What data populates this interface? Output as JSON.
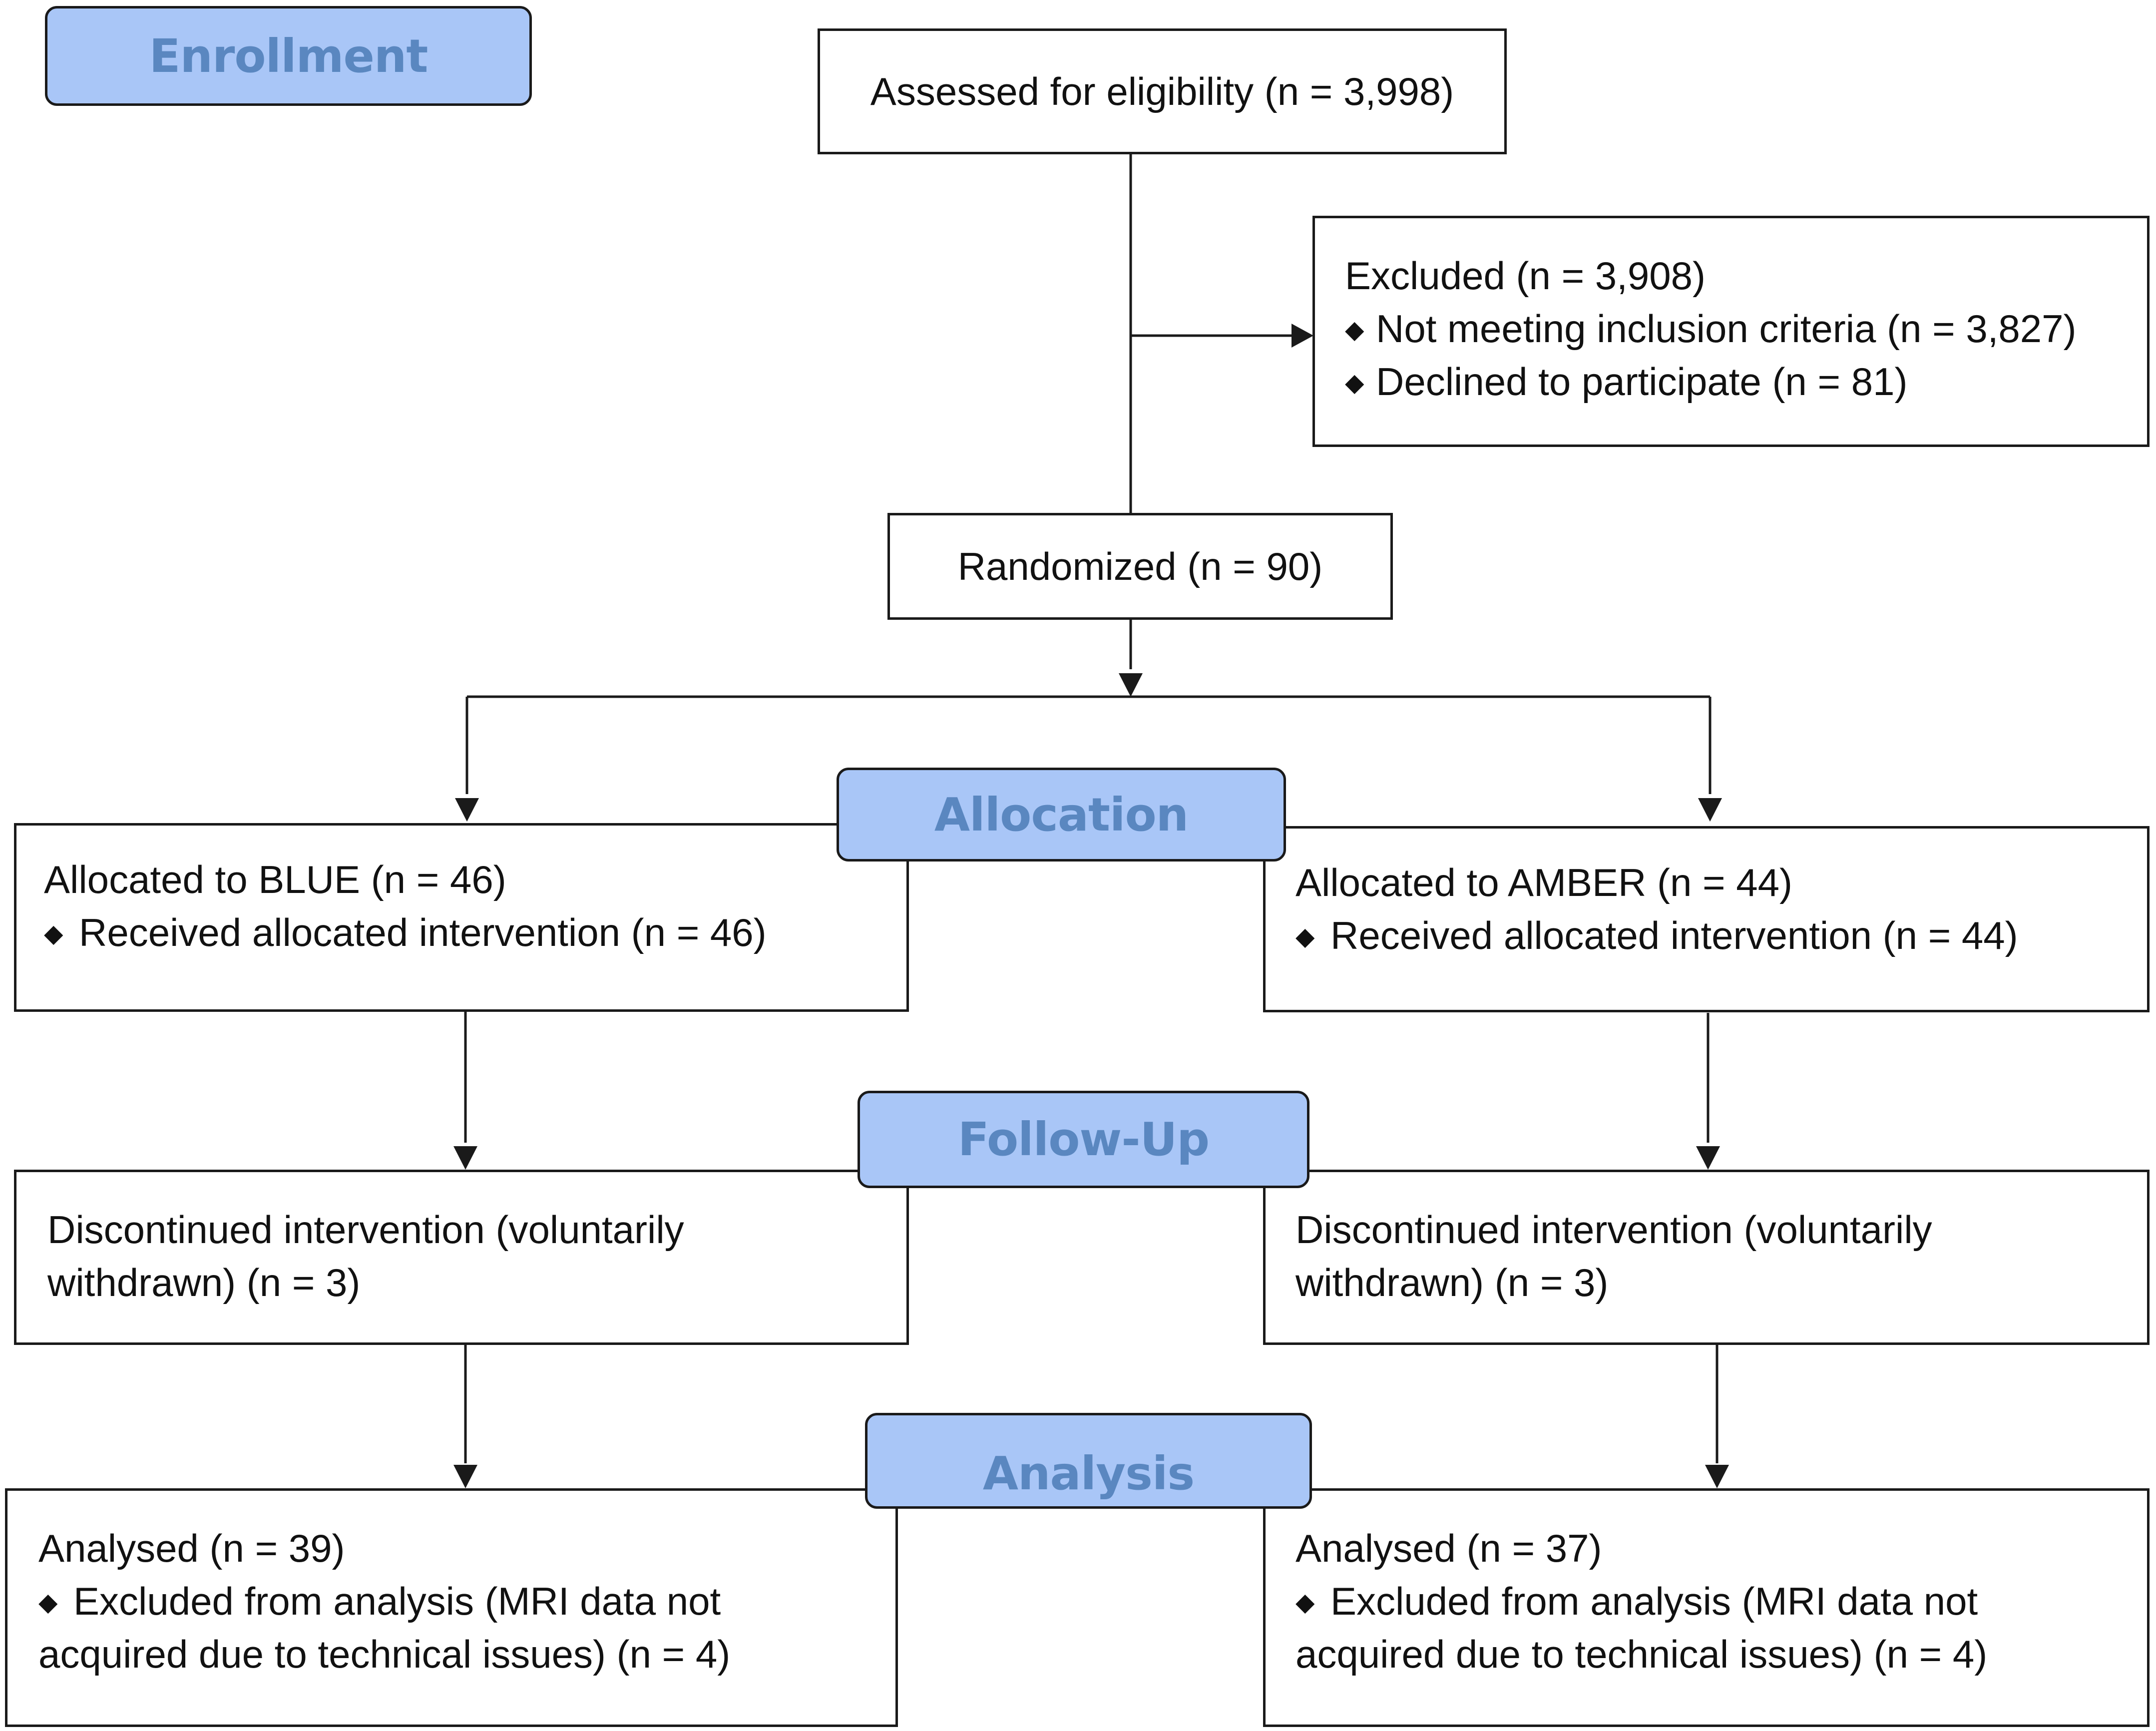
{
  "stages": {
    "enrollment": "Enrollment",
    "allocation": "Allocation",
    "follow_up": "Follow-Up",
    "analysis": "Analysis"
  },
  "assessed": "Assessed for eligibility (n = 3,998)",
  "excluded": {
    "title": "Excluded (n = 3,908)",
    "items": [
      "Not meeting inclusion criteria (n = 3,827)",
      "Declined to participate (n = 81)"
    ]
  },
  "randomized": "Randomized (n = 90)",
  "arms": {
    "blue": {
      "allocated": "Allocated to BLUE (n = 46)",
      "received": "Received allocated intervention (n = 46)",
      "discontinued": "Discontinued intervention (voluntarily withdrawn) (n = 3)",
      "analysed": "Analysed (n = 39)",
      "excluded_analysis": "Excluded from analysis (MRI data not acquired due to technical issues) (n = 4)"
    },
    "amber": {
      "allocated": "Allocated to AMBER (n = 44)",
      "received": "Received allocated intervention (n = 44)",
      "discontinued": "Discontinued intervention (voluntarily withdrawn) (n = 3)",
      "analysed": "Analysed (n = 37)",
      "excluded_analysis": "Excluded from analysis (MRI data not acquired due to technical issues) (n = 4)"
    }
  },
  "colors": {
    "stage_fill": "#a9c6f7",
    "stage_text": "#5a87c0",
    "line": "#1a1a1a"
  }
}
